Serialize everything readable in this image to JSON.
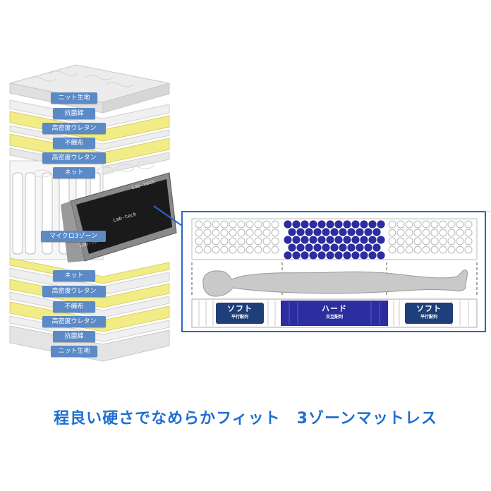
{
  "layers_top": [
    "ニット生地",
    "抗菌綿",
    "高密度ウレタン",
    "不織布",
    "高密度ウレタン",
    "ネット"
  ],
  "core_label": "マイクロ3ゾーン",
  "layers_bottom": [
    "ネット",
    "高密度ウレタン",
    "不織布",
    "高密度ウレタン",
    "抗菌綿",
    "ニット生地"
  ],
  "brand_text": "Lab-tech",
  "zones": {
    "left": {
      "main": "ソフト",
      "sub": "平行配列"
    },
    "center": {
      "main": "ハード",
      "sub": "交互配列"
    },
    "right": {
      "main": "ソフト",
      "sub": "平行配列"
    }
  },
  "caption": "程良い硬さでなめらかフィット　3ゾーンマットレス",
  "colors": {
    "label_bg": "#5b8ac6",
    "caption": "#1f6fd0",
    "hard_zone": "#2c2d9e",
    "foam_yellow": "#f2ec86"
  }
}
